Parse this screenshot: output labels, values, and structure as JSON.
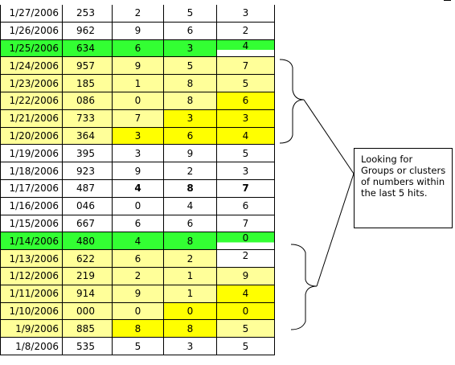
{
  "rows": [
    {
      "date": "1/27/2006",
      "num": "253",
      "a": "2",
      "b": "5",
      "c": "3",
      "style": "plain"
    },
    {
      "date": "1/26/2006",
      "num": "962",
      "a": "9",
      "b": "6",
      "c": "2",
      "style": "plain"
    },
    {
      "date": "1/25/2006",
      "num": "634",
      "a": "6",
      "b": "3",
      "c": "4",
      "style": "green"
    },
    {
      "date": "1/24/2006",
      "num": "957",
      "a": "9",
      "b": "5",
      "c": "7",
      "style": "band"
    },
    {
      "date": "1/23/2006",
      "num": "185",
      "a": "1",
      "b": "8",
      "c": "5",
      "style": "band"
    },
    {
      "date": "1/22/2006",
      "num": "086",
      "a": "0",
      "b": "8",
      "c": "6",
      "style": "band",
      "hl": [
        "c"
      ]
    },
    {
      "date": "1/21/2006",
      "num": "733",
      "a": "7",
      "b": "3",
      "c": "3",
      "style": "band",
      "hl": [
        "b",
        "c"
      ]
    },
    {
      "date": "1/20/2006",
      "num": "364",
      "a": "3",
      "b": "6",
      "c": "4",
      "style": "band",
      "hl": [
        "a",
        "b",
        "c"
      ]
    },
    {
      "date": "1/19/2006",
      "num": "395",
      "a": "3",
      "b": "9",
      "c": "5",
      "style": "plain"
    },
    {
      "date": "1/18/2006",
      "num": "923",
      "a": "9",
      "b": "2",
      "c": "3",
      "style": "plain"
    },
    {
      "date": "1/17/2006",
      "num": "487",
      "a": "4",
      "b": "8",
      "c": "7",
      "style": "plain",
      "bold": true
    },
    {
      "date": "1/16/2006",
      "num": "046",
      "a": "0",
      "b": "4",
      "c": "6",
      "style": "plain"
    },
    {
      "date": "1/15/2006",
      "num": "667",
      "a": "6",
      "b": "6",
      "c": "7",
      "style": "plain"
    },
    {
      "date": "1/14/2006",
      "num": "480",
      "a": "4",
      "b": "8",
      "c": "0",
      "style": "green"
    },
    {
      "date": "1/13/2006",
      "num": "622",
      "a": "6",
      "b": "2",
      "c": "2",
      "style": "band",
      "cwhite": true
    },
    {
      "date": "1/12/2006",
      "num": "219",
      "a": "2",
      "b": "1",
      "c": "9",
      "style": "band"
    },
    {
      "date": "1/11/2006",
      "num": "914",
      "a": "9",
      "b": "1",
      "c": "4",
      "style": "band",
      "hl": [
        "c"
      ]
    },
    {
      "date": "1/10/2006",
      "num": "000",
      "a": "0",
      "b": "0",
      "c": "0",
      "style": "band",
      "hl": [
        "b",
        "c"
      ]
    },
    {
      "date": "1/9/2006",
      "num": "885",
      "a": "8",
      "b": "8",
      "c": "5",
      "style": "band",
      "hl": [
        "a",
        "b"
      ]
    },
    {
      "date": "1/8/2006",
      "num": "535",
      "a": "5",
      "b": "3",
      "c": "5",
      "style": "plain"
    }
  ],
  "note": {
    "text": "Looking for Groups or clusters of numbers within the last 5 hits."
  },
  "colors": {
    "green": "#33ff33",
    "light_yellow": "#ffff99",
    "yellow": "#ffff00"
  }
}
